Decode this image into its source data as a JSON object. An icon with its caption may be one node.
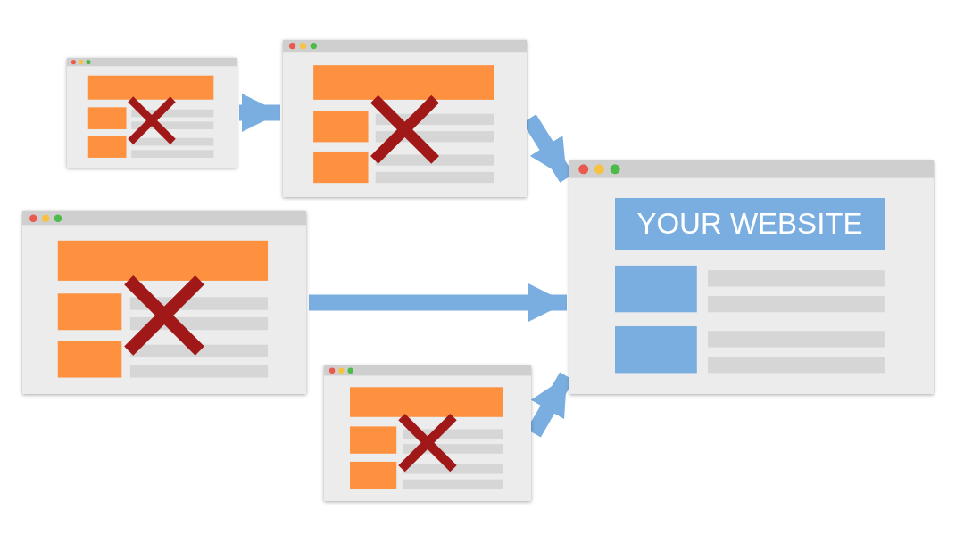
{
  "diagram": {
    "nodes": [
      {
        "text": [],
        "shape": "picture"
      },
      {
        "text": [],
        "shape": "picture"
      },
      {
        "text": [
          "YOUR WEBSITE"
        ]
      },
      {
        "text": [],
        "shape": "picture"
      },
      {
        "text": [],
        "shape": "picture"
      }
    ],
    "edges": [
      {
        "from": 0,
        "to": 1,
        "arrow": "to"
      },
      {
        "from": 1,
        "to": 2,
        "arrow": "to"
      },
      {
        "from": 3,
        "to": 2,
        "arrow": "to"
      },
      {
        "from": 4,
        "to": 2,
        "arrow": "to"
      }
    ]
  }
}
